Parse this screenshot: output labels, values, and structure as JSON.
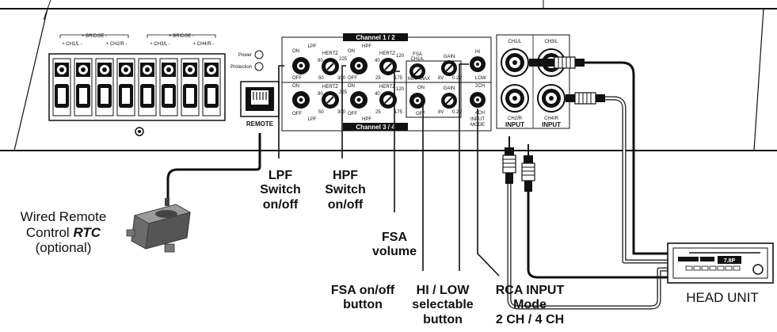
{
  "panel": {
    "channel_12": "Channel 1 / 2",
    "channel_34": "Channel 3 / 4",
    "bridge_left": "+ BRIDGE -",
    "bridge_right": "+ BRIDGE -",
    "speaker_labels": [
      "+ CH1/L -",
      "+ CH2/R -",
      "+ CH3/L -",
      "+ CH4/R -"
    ],
    "power": "Power",
    "protection": "Protection",
    "remote": "REMOTE",
    "lpf": "LPF",
    "hpf": "HPF",
    "hertz": "HERTZ",
    "on": "ON",
    "off": "OFF",
    "lpf_scale": [
      "90",
      "225",
      "50",
      "300"
    ],
    "hpf_scale": [
      "40",
      "120",
      "25",
      "175"
    ],
    "fsa": "FSA",
    "fsa_ch": "CH1/L",
    "min": "MIN",
    "max": "MAX",
    "gain": "GAIN",
    "gain_scale": [
      "8V",
      "0.2V"
    ],
    "hi": "HI",
    "low": "LOW",
    "ch2": "2CH",
    "ch4": "4CH",
    "input_mode": [
      "INPUT",
      "MODE"
    ],
    "rca_top": [
      "CH1/L",
      "CH3/L"
    ],
    "rca_bottom": [
      "CH2/R",
      "CH4/R"
    ],
    "input": "INPUT"
  },
  "callouts": {
    "lpf": [
      "LPF",
      "Switch",
      "on/off"
    ],
    "hpf": [
      "HPF",
      "Switch",
      "on/off"
    ],
    "fsa_volume": [
      "FSA",
      "volume"
    ],
    "fsa_button": [
      "FSA on/off",
      "button"
    ],
    "hi_low": [
      "HI / LOW",
      "selectable",
      "button"
    ],
    "rca_mode": [
      "RCA INPUT",
      "Mode",
      "2 CH / 4 CH"
    ],
    "remote_prefix": [
      "Wired Remote",
      "Control "
    ],
    "remote_rtc": "RTC",
    "remote_optional": "(optional)",
    "head_unit": "HEAD UNIT"
  },
  "head_unit_display": "7.8P"
}
